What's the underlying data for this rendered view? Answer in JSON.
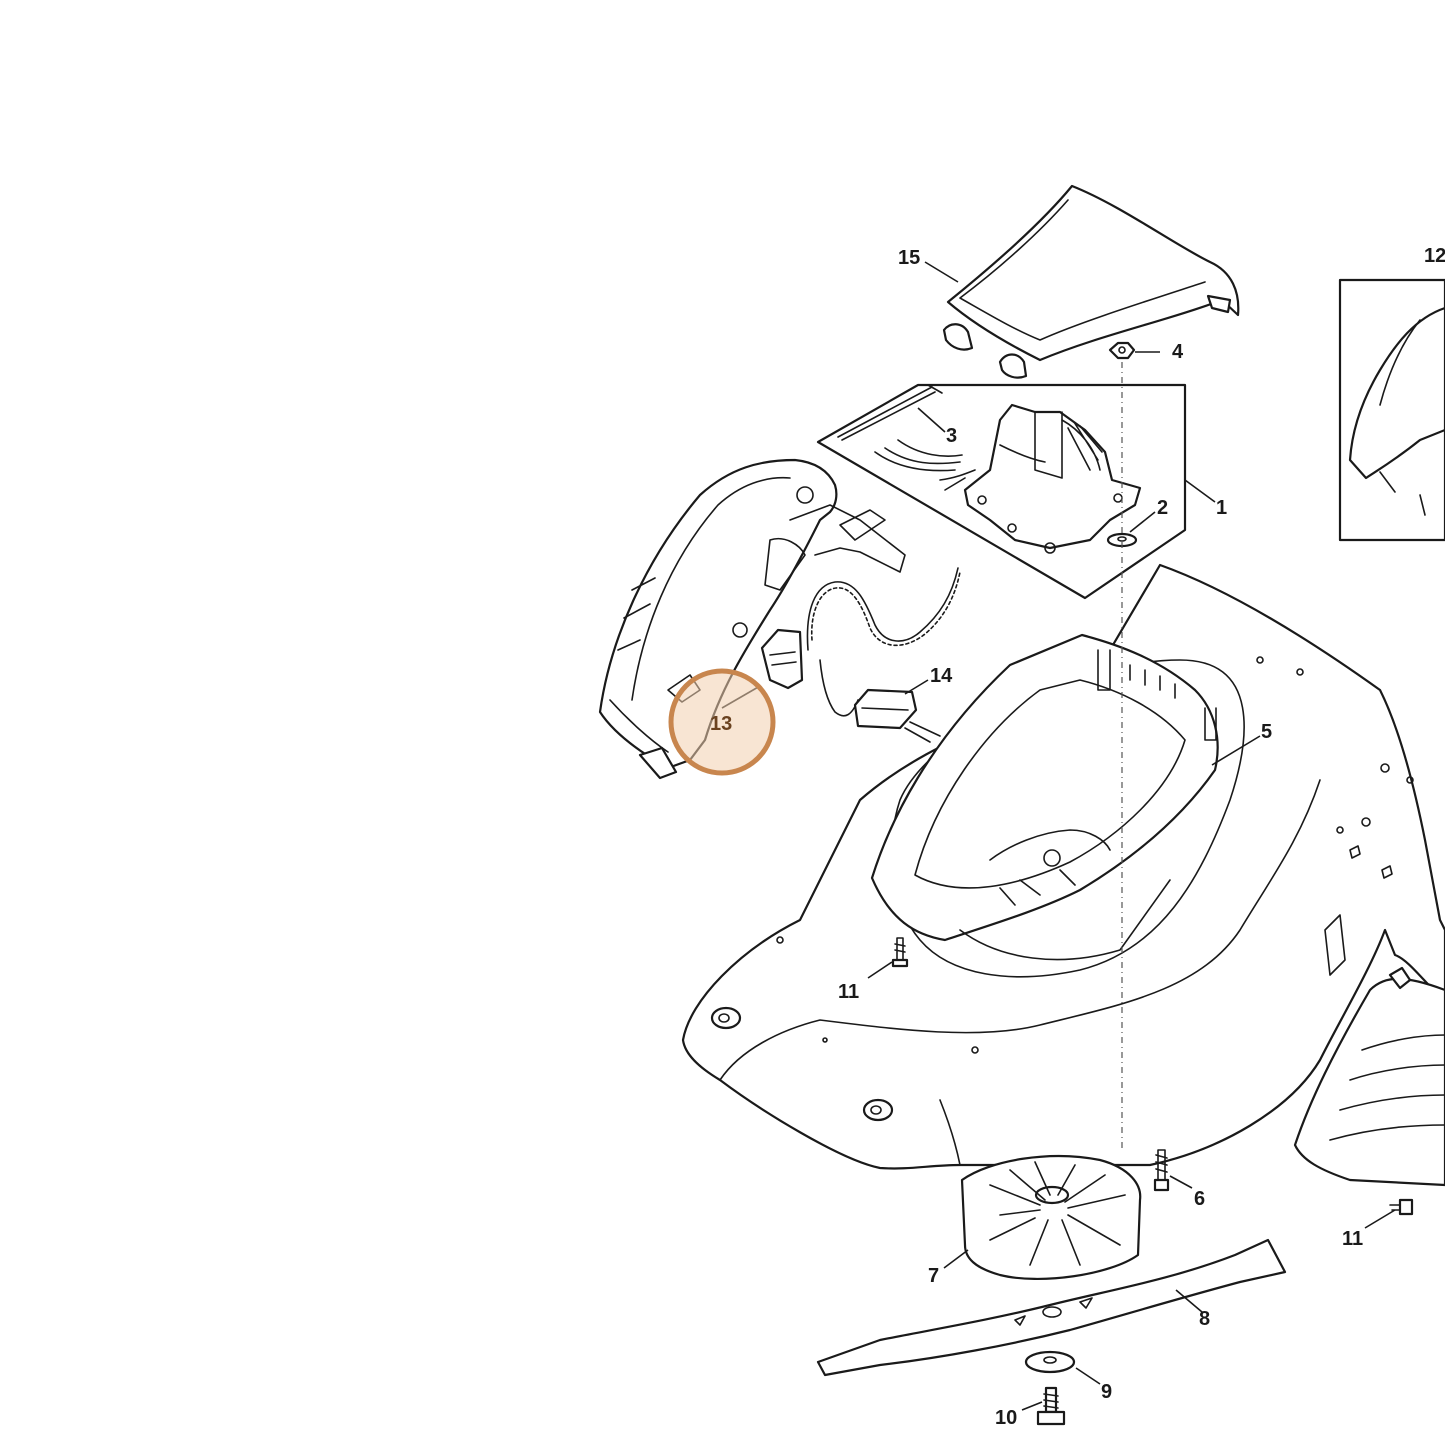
{
  "diagram": {
    "callouts": [
      {
        "id": "p15",
        "label": "15"
      },
      {
        "id": "p12",
        "label": "12"
      },
      {
        "id": "p4",
        "label": "4"
      },
      {
        "id": "p3",
        "label": "3"
      },
      {
        "id": "p2",
        "label": "2"
      },
      {
        "id": "p1",
        "label": "1"
      },
      {
        "id": "p14",
        "label": "14"
      },
      {
        "id": "p5",
        "label": "5"
      },
      {
        "id": "p13",
        "label": "13"
      },
      {
        "id": "p11a",
        "label": "11"
      },
      {
        "id": "p6",
        "label": "6"
      },
      {
        "id": "p11b",
        "label": "11"
      },
      {
        "id": "p7",
        "label": "7"
      },
      {
        "id": "p8",
        "label": "8"
      },
      {
        "id": "p9",
        "label": "9"
      },
      {
        "id": "p10",
        "label": "10"
      }
    ],
    "highlight": {
      "label": "13",
      "ring_color": "#c8864e",
      "fill_color": "#f3cfae",
      "text_color": "#6a4220"
    }
  }
}
